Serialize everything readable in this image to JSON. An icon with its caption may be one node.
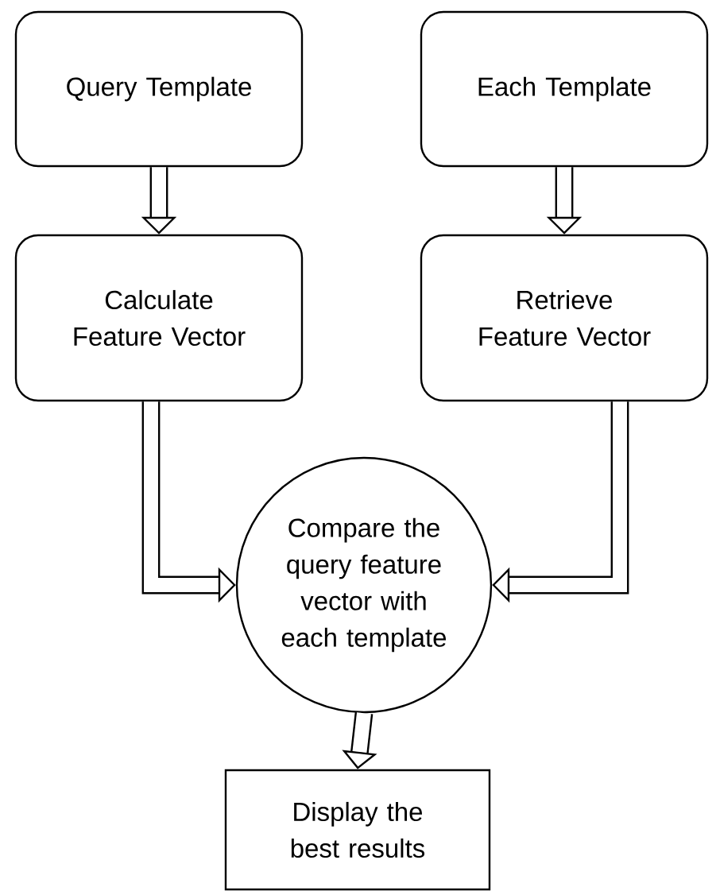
{
  "diagram": {
    "nodes": [
      {
        "text": [
          "Query Template"
        ]
      },
      {
        "text": [
          "Each Template"
        ]
      },
      {
        "text": [
          "Calculate Feature Vector"
        ]
      },
      {
        "text": [
          "Retrieve Feature Vector"
        ]
      },
      {
        "text": [
          "Compare the query feature vector with each template"
        ]
      },
      {
        "text": [
          "Display the best results"
        ]
      }
    ],
    "edges": [
      {
        "from": 0,
        "to": 2,
        "arrow": "to"
      },
      {
        "from": 1,
        "to": 3,
        "arrow": "to"
      },
      {
        "from": 2,
        "to": 4,
        "arrow": "to"
      },
      {
        "from": 3,
        "to": 4,
        "arrow": "to"
      },
      {
        "from": 4,
        "to": 5,
        "arrow": "to"
      }
    ]
  }
}
